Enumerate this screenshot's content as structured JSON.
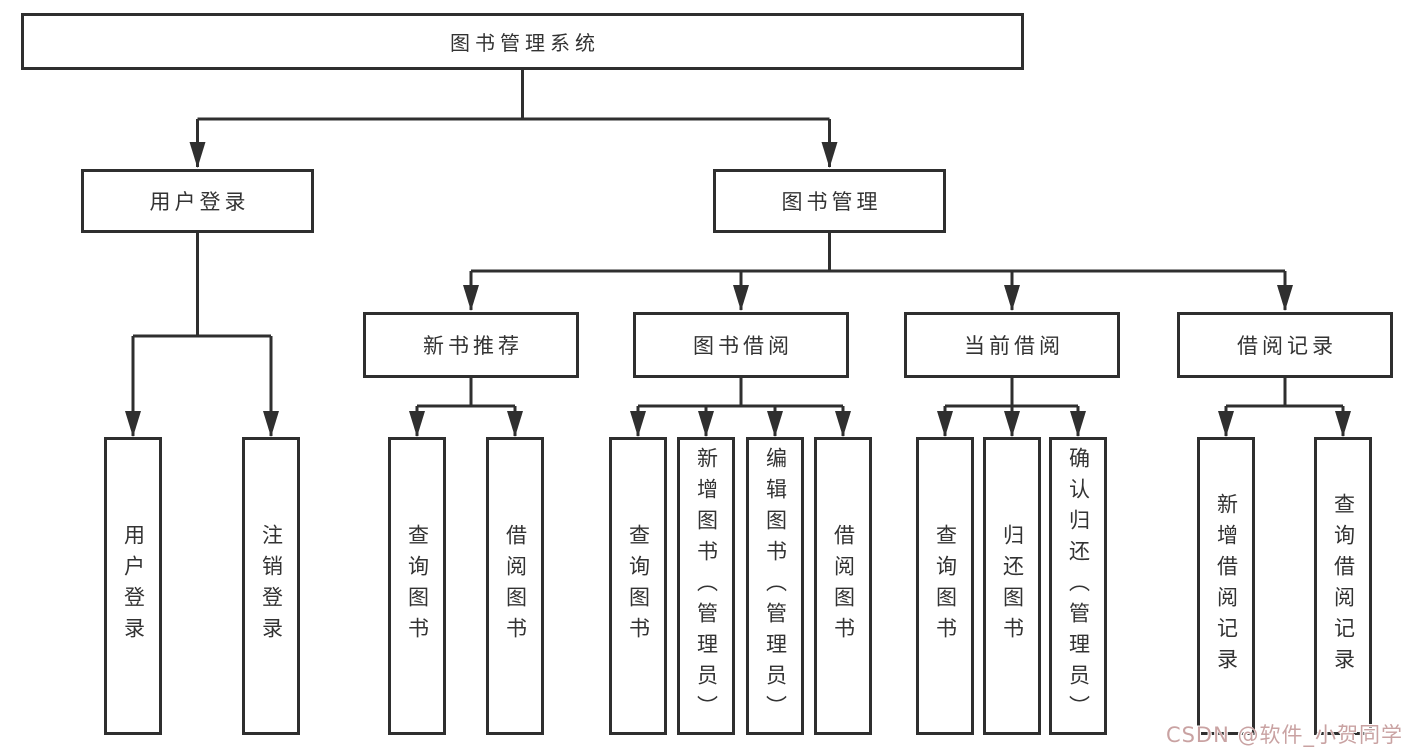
{
  "diagram_type": "hierarchy-tree",
  "tree": {
    "root": "图书管理系统",
    "children": [
      {
        "label": "用户登录",
        "children": [
          "用户登录",
          "注销登录"
        ]
      },
      {
        "label": "图书管理",
        "children": [
          {
            "label": "新书推荐",
            "children": [
              "查询图书",
              "借阅图书"
            ]
          },
          {
            "label": "图书借阅",
            "children": [
              "查询图书",
              "新增图书（管理员）",
              "编辑图书（管理员）",
              "借阅图书"
            ]
          },
          {
            "label": "当前借阅",
            "children": [
              "查询图书",
              "归还图书",
              "确认归还（管理员）"
            ]
          },
          {
            "label": "借阅记录",
            "children": [
              "新增借阅记录",
              "查询借阅记录"
            ]
          }
        ]
      }
    ]
  },
  "watermark": {
    "text": "CSDN @软件_小贺同学",
    "color": "#c9a2a2"
  },
  "colors": {
    "line": "#2f2f2f",
    "box_border": "#2f2f2f",
    "text": "#333333",
    "background": "#ffffff"
  }
}
